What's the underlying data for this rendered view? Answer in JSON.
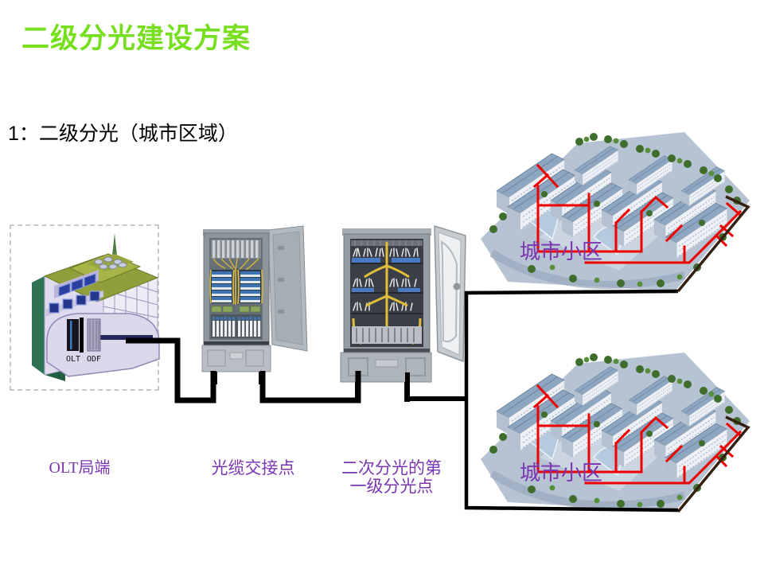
{
  "slide": {
    "title": "二级分光建设方案",
    "subtitle": "1：二级分光（城市区域）"
  },
  "theme": {
    "title_color": "#77df1e",
    "label_color": "#7b35b0",
    "connector_color": "#000000",
    "fiber_route_color": "#ee0000",
    "site_border_color": "#342112"
  },
  "diagram": {
    "olt_site": {
      "label": "OLT局端",
      "rack_left_label": "OLT",
      "rack_right_label": "ODF"
    },
    "cabinet_cross_connect": {
      "label": "光缆交接点"
    },
    "cabinet_first_split": {
      "label_line1": "二次分光的第",
      "label_line2": "一级分光点"
    },
    "community_top": {
      "label": "城市小区"
    },
    "community_bottom": {
      "label": "城市小区"
    }
  }
}
